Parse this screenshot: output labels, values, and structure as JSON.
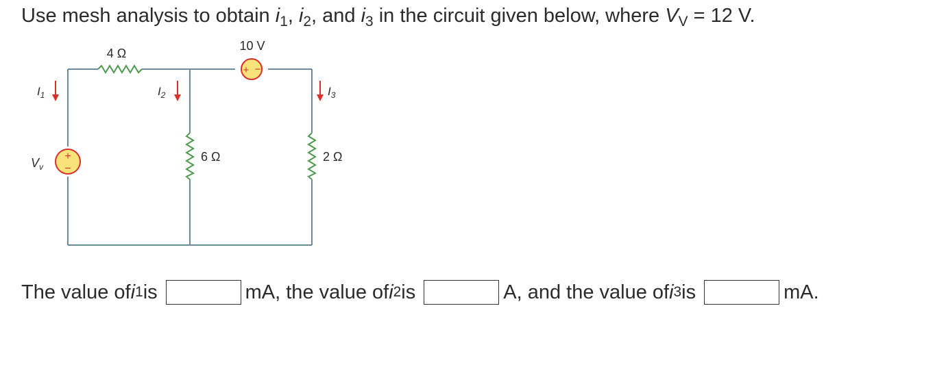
{
  "question": {
    "prefix": "Use mesh analysis to obtain ",
    "i1": "i",
    "i1_sub": "1",
    "sep1": ", ",
    "i2": "i",
    "i2_sub": "2",
    "sep2": ", and ",
    "i3": "i",
    "i3_sub": "3",
    "mid": " in the circuit given below, where ",
    "v": "V",
    "v_sub": "V",
    "suffix": " = 12 V."
  },
  "circuit": {
    "r1": "4 Ω",
    "source_top": "10 V",
    "source_top_plus": "+",
    "source_top_minus": "−",
    "i1_label": "I",
    "i1_sub": "1",
    "i2_label": "I",
    "i2_sub": "2",
    "i3_label": "I",
    "i3_sub": "3",
    "vv_label": "V",
    "vv_sub": "v",
    "source_left_plus": "+",
    "source_left_minus": "−",
    "r2": "6 Ω",
    "r3": "2 Ω"
  },
  "answers": {
    "a1_prefix": "The value of ",
    "a1_var": "i",
    "a1_sub": "1",
    "a1_is": " is",
    "a1_unit": "mA, the value of ",
    "a2_var": "i",
    "a2_sub": "2",
    "a2_is": " is",
    "a2_unit": "A, and the value of ",
    "a3_var": "i",
    "a3_sub": "3",
    "a3_is": " is",
    "a3_unit": "mA.",
    "a1_value": "",
    "a2_value": "",
    "a3_value": ""
  },
  "colors": {
    "wire": "#6a8aa0",
    "arrow": "#d9302a",
    "source_fill": "#f8e27a",
    "source_stroke": "#d9302a"
  }
}
